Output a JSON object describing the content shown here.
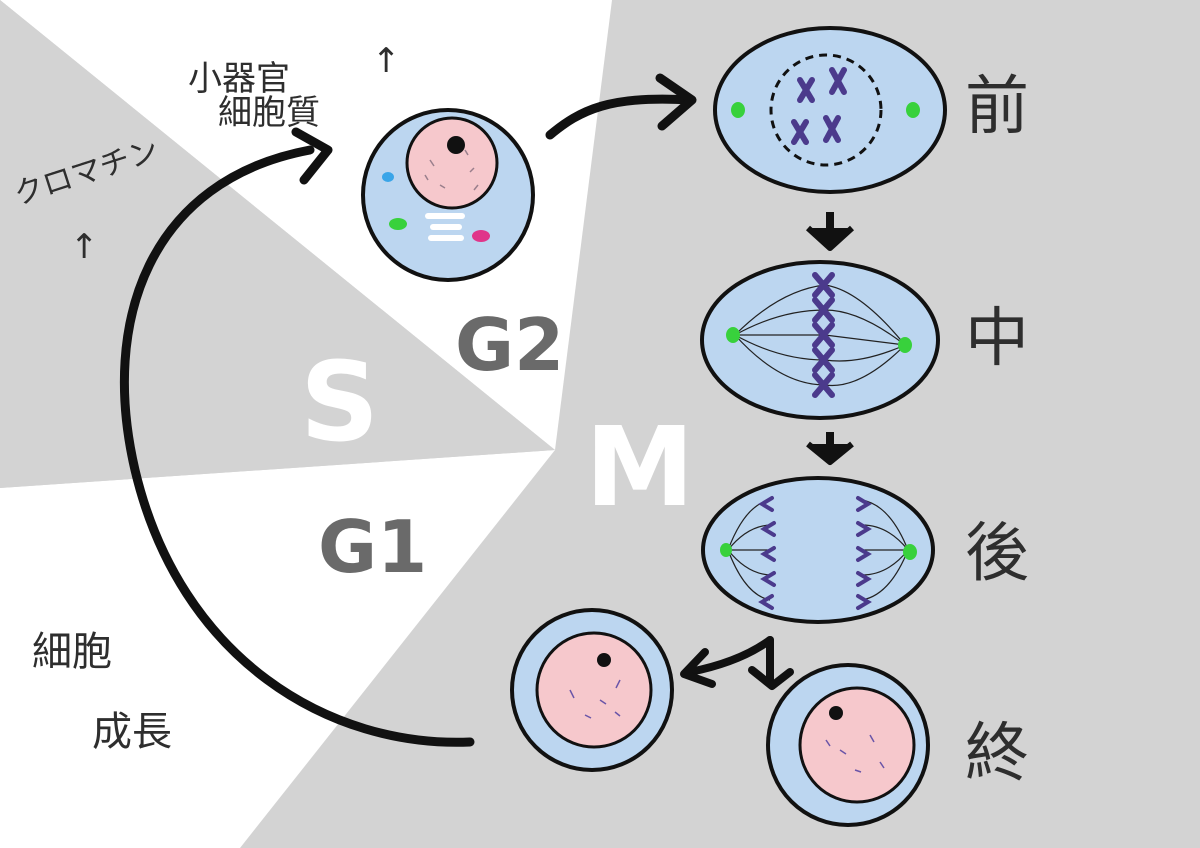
{
  "phases": {
    "s": "S",
    "g2": "G2",
    "g1": "G1",
    "m": "M"
  },
  "annotations": {
    "organelles": "小器官",
    "cytoplasm": "細胞質",
    "chromatin": "クロマチン",
    "growth_line1": "細胞",
    "growth_line2": "成長",
    "arrow_up": "↑"
  },
  "mitosis_stages": {
    "prophase": "前",
    "metaphase": "中",
    "anaphase": "後",
    "telophase": "終"
  },
  "colors": {
    "background": "#d3d3d3",
    "sector_light": "#ffffff",
    "cell_fill": "#bcd6f0",
    "nucleus_fill": "#f6c8cc",
    "chromosome": "#4b3a8c",
    "centriole": "#38d13c",
    "outline": "#111111"
  }
}
